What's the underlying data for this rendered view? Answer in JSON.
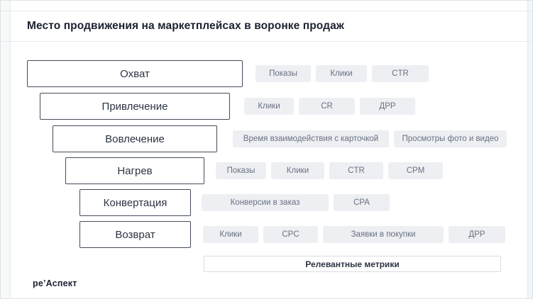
{
  "title": "Место продвижения на маркетплейсах в воронке продаж",
  "funnel": {
    "rows": [
      {
        "stage": "Охват",
        "metrics": [
          "Показы",
          "Клики",
          "CTR"
        ]
      },
      {
        "stage": "Привлечение",
        "metrics": [
          "Клики",
          "CR",
          "ДРР"
        ]
      },
      {
        "stage": "Вовлечение",
        "metrics": [
          "Время взаимодействия с карточкой",
          "Просмотры фото и видео"
        ]
      },
      {
        "stage": "Нагрев",
        "metrics": [
          "Показы",
          "Клики",
          "CTR",
          "CPM"
        ]
      },
      {
        "stage": "Конвертация",
        "metrics": [
          "Конверсии в заказ",
          "CPA"
        ]
      },
      {
        "stage": "Возврат",
        "metrics": [
          "Клики",
          "CPC",
          "Заявки в покупки",
          "ДРР"
        ]
      }
    ]
  },
  "footer_box": {
    "label": "Релевантные метрики"
  },
  "logo": {
    "text": "ре’Аспект"
  },
  "colors": {
    "title-text": "#1c2231",
    "stage-border": "#454c5c",
    "stage-text": "#2c3342",
    "chip-bg": "#edeff3",
    "chip-text": "#68707f",
    "line": "#e4eaec"
  }
}
